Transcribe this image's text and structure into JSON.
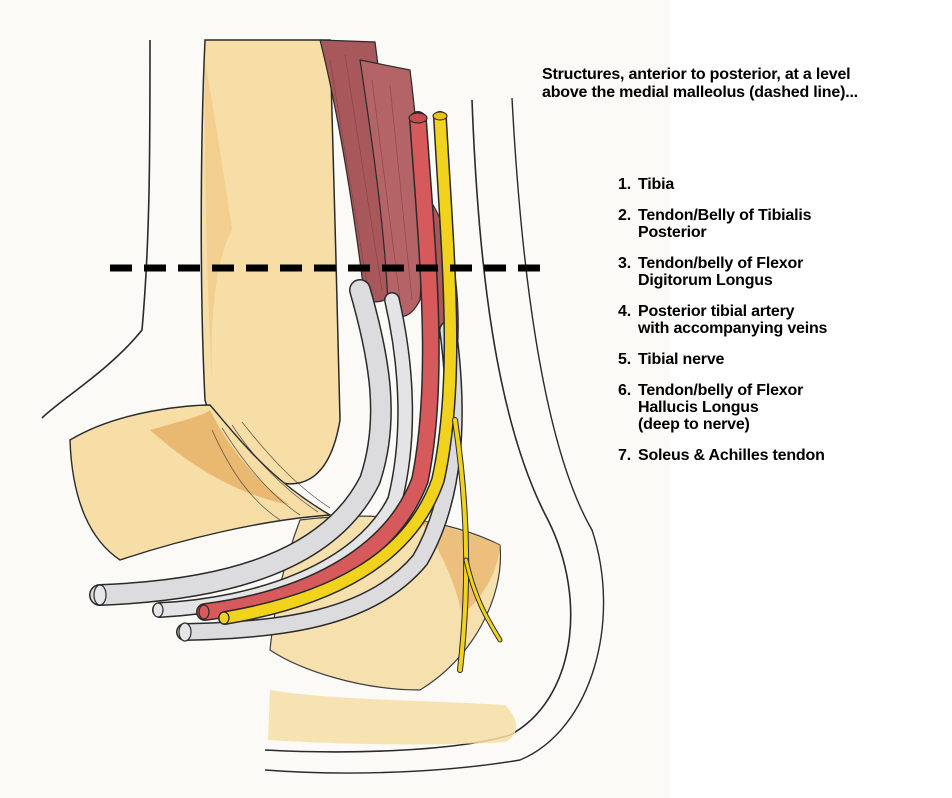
{
  "heading": {
    "line1": "Structures, anterior to posterior, at a level",
    "line2": "above the medial malleolus (dashed line)..."
  },
  "structures": [
    {
      "number": "1.",
      "lines": [
        "Tibia"
      ]
    },
    {
      "number": "2.",
      "lines": [
        "Tendon/Belly of Tibialis",
        "Posterior"
      ]
    },
    {
      "number": "3.",
      "lines": [
        "Tendon/belly of Flexor",
        "Digitorum Longus"
      ]
    },
    {
      "number": "4.",
      "lines": [
        "Posterior tibial artery",
        "with accompanying veins"
      ]
    },
    {
      "number": "5.",
      "lines": [
        "Tibial nerve"
      ]
    },
    {
      "number": "6.",
      "lines": [
        "Tendon/belly of Flexor",
        "Hallucis Longus",
        "(deep to nerve)"
      ]
    },
    {
      "number": "7.",
      "lines": [
        "Soleus & Achilles tendon"
      ]
    }
  ],
  "colors": {
    "bone": "#f3d595",
    "bone_shadow": "#e2a85a",
    "muscle": "#a8585a",
    "tendon": "#dcdcde",
    "artery": "#d65a5c",
    "nerve": "#f1d21c",
    "outline": "#2a2a2a"
  }
}
